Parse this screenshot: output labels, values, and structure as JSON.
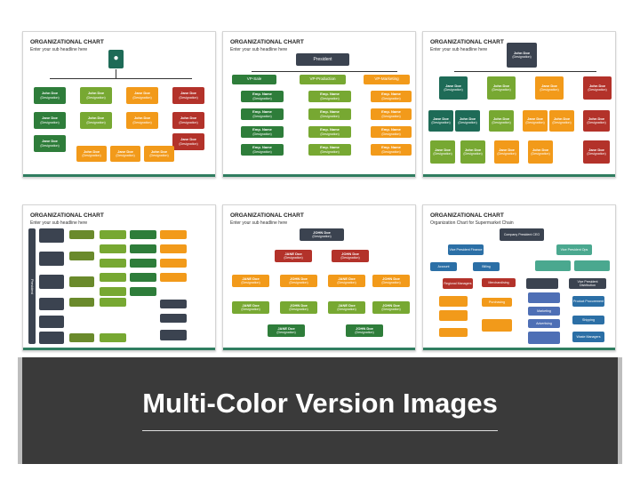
{
  "slides": [
    {
      "title": "ORGANIZATIONAL CHART",
      "subtitle": "Enter your sub headline here"
    },
    {
      "title": "ORGANIZATIONAL CHART",
      "subtitle": "Enter your sub headline here"
    },
    {
      "title": "ORGANIZATIONAL CHART",
      "subtitle": "Enter your sub headline here"
    },
    {
      "title": "ORGANIZATIONAL CHART",
      "subtitle": "Enter your sub headline here"
    },
    {
      "title": "ORGANIZATIONAL CHART",
      "subtitle": "Enter your sub headline here"
    },
    {
      "title": "ORGANIZATIONAL CHART",
      "subtitle": "Organization Chart for Supermarket Chain"
    }
  ],
  "labels": {
    "name": "John Doe",
    "designation": "(Designation)",
    "jane": "Jane Doe",
    "president": "President",
    "vp_sale": "VP-Sale",
    "vp_production": "VP-Production",
    "vp_marketing": "VP-Marketing",
    "emp_name": "Emp. Name",
    "john_caps": "JOHN Doe",
    "jane_caps": "JANE Doe",
    "company_president": "Company President CEO",
    "vp_finance": "Vice President Finance",
    "vp_ops": "Vice President Ops",
    "vp_distribution": "Vice President Distribution",
    "account": "Account",
    "billing": "Billing",
    "regional_managers": "Regional Managers",
    "merchandising": "Merchandising",
    "purchasing": "Purchasing",
    "marketing": "Marketing",
    "advertising": "Advertising",
    "product_procurement": "Product Procurement",
    "shipping": "Shipping",
    "warehouse_managers": "Waste Managers"
  },
  "banner": {
    "title": "Multi-Color Version Images"
  }
}
